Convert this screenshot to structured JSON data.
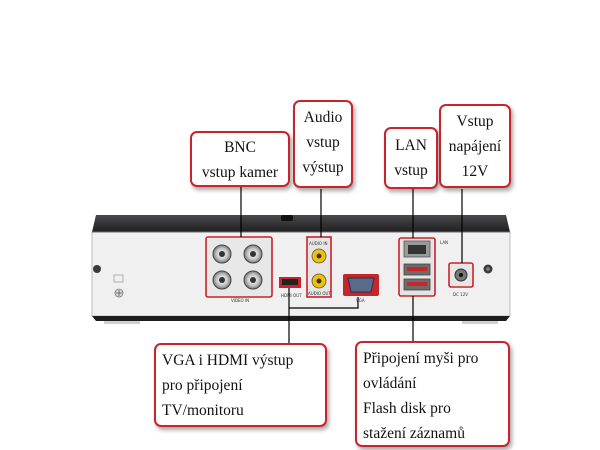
{
  "callouts": {
    "bnc": [
      "BNC",
      "vstup kamer"
    ],
    "audio": [
      "Audio",
      "vstup",
      "výstup"
    ],
    "lan": [
      "LAN",
      "vstup"
    ],
    "power": [
      "Vstup",
      "napájení",
      "12V"
    ],
    "vga_hdmi": [
      "VGA i HDMI výstup",
      "pro připojení",
      "TV/monitoru"
    ],
    "usb": [
      "Připojení myši pro",
      "ovládání",
      "Flash disk pro",
      "stažení záznamů"
    ]
  },
  "panel_labels": {
    "video_in": "VIDEO IN",
    "hdmi_out": "HDMI OUT",
    "vga": "VGA",
    "audio_in": "AUDIO IN",
    "audio_out": "AUDIO OUT",
    "lan": "LAN",
    "dc": "DC 12V"
  },
  "colors": {
    "accent": "#c8242b",
    "panel": "#2b2b2d",
    "connector_bg": "#eeeeee"
  }
}
